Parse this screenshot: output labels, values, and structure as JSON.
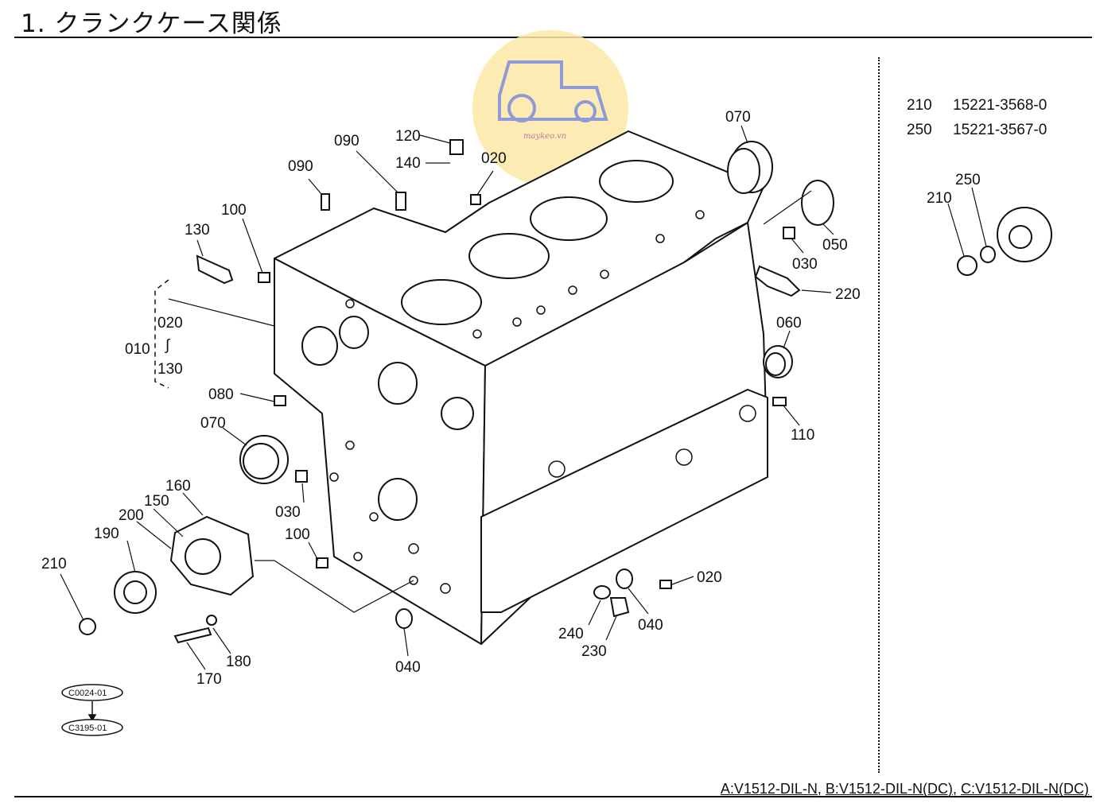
{
  "title": "1. クランクケース関係",
  "watermark_text": "maykeo.vn",
  "note": {
    "rows": [
      {
        "no": "210",
        "part": "15221-3568-0"
      },
      {
        "no": "250",
        "part": "15221-3567-0"
      }
    ]
  },
  "callouts": {
    "c070a": "070",
    "c120": "120",
    "c090a": "090",
    "c090b": "090",
    "c140": "140",
    "c020a": "020",
    "c100a": "100",
    "c130": "130",
    "c050": "050",
    "c030a": "030",
    "c220": "220",
    "c060": "060",
    "c010": "010",
    "c020b": "020",
    "c130b": "130",
    "c080": "080",
    "c070b": "070",
    "c110": "110",
    "c160": "160",
    "c150": "150",
    "c200": "200",
    "c190": "190",
    "c210a": "210",
    "c030b": "030",
    "c100b": "100",
    "c020c": "020",
    "c240": "240",
    "c040a": "040",
    "c230": "230",
    "c040b": "040",
    "c180": "180",
    "c170": "170",
    "c210b": "210",
    "c250": "250"
  },
  "refs": {
    "ref_top": "C0024-01",
    "ref_bottom": "C3195-01"
  },
  "models": {
    "a": "A:V1512-DIL-N",
    "b": "B:V1512-DIL-N(DC)",
    "c": "C:V1512-DIL-N(DC)"
  }
}
